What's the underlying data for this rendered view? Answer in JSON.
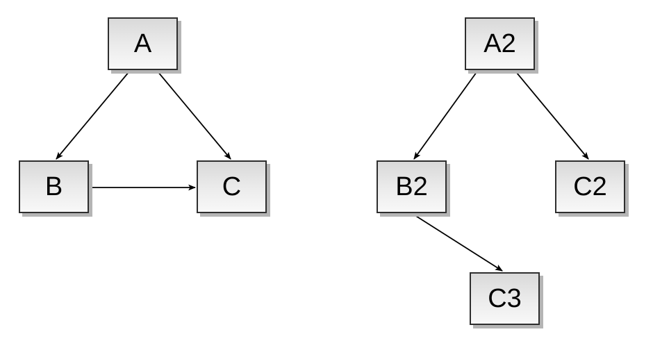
{
  "diagram": {
    "left_graph": {
      "nodes": [
        {
          "id": "A",
          "label": "A"
        },
        {
          "id": "B",
          "label": "B"
        },
        {
          "id": "C",
          "label": "C"
        }
      ],
      "edges": [
        {
          "from": "A",
          "to": "B"
        },
        {
          "from": "A",
          "to": "C"
        },
        {
          "from": "B",
          "to": "C"
        }
      ]
    },
    "right_graph": {
      "nodes": [
        {
          "id": "A2",
          "label": "A2"
        },
        {
          "id": "B2",
          "label": "B2"
        },
        {
          "id": "C2",
          "label": "C2"
        },
        {
          "id": "C3",
          "label": "C3"
        }
      ],
      "edges": [
        {
          "from": "A2",
          "to": "B2"
        },
        {
          "from": "A2",
          "to": "C2"
        },
        {
          "from": "B2",
          "to": "C3"
        }
      ]
    },
    "style": {
      "node_fill_top": "#d9d9d9",
      "node_fill_bottom": "#f8f8f8",
      "node_border": "#2e2e2e",
      "node_shadow": "#b5b5b5",
      "edge_color": "#000000",
      "background": "#ffffff"
    }
  }
}
